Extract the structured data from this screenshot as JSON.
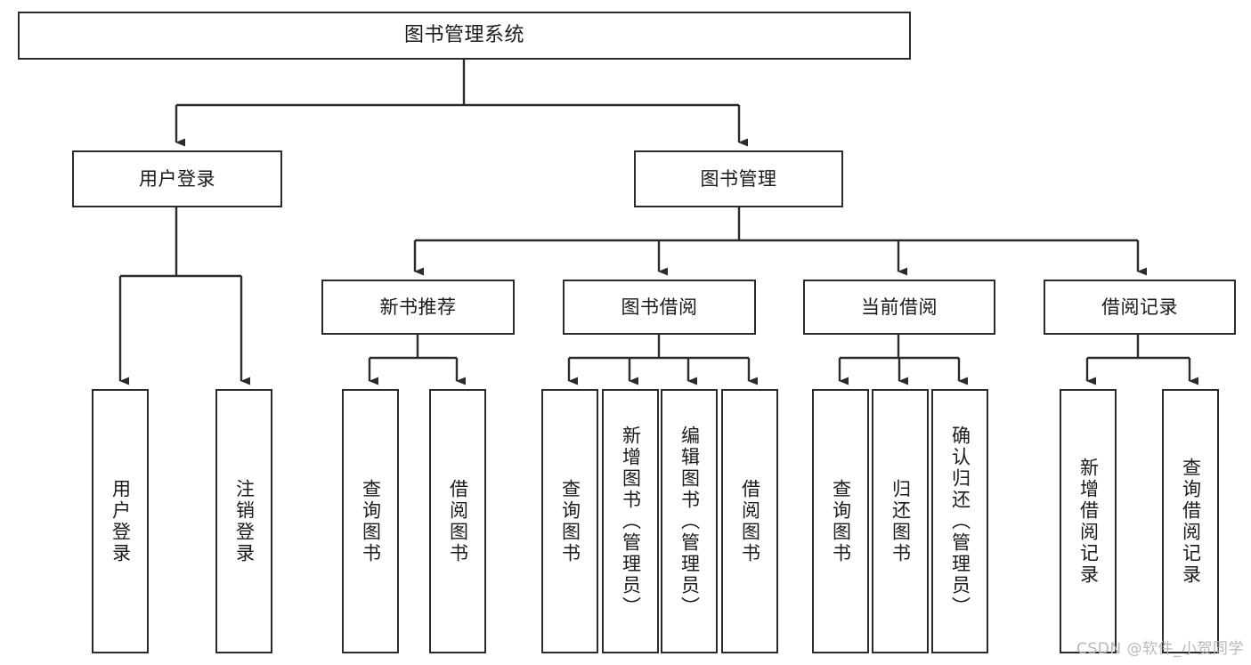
{
  "diagram": {
    "type": "hierarchy-tree",
    "title": "图书管理系统",
    "watermark": "CSDN @软件_小贺同学",
    "colors": {
      "stroke": "#2b2b2b",
      "fill": "#ffffff",
      "text": "#1a1a1a",
      "watermark": "#b9b9b9"
    },
    "levels": {
      "root": {
        "label": "图书管理系统"
      },
      "level2": [
        {
          "label": "用户登录"
        },
        {
          "label": "图书管理"
        }
      ],
      "level3": [
        {
          "label": "新书推荐"
        },
        {
          "label": "图书借阅"
        },
        {
          "label": "当前借阅"
        },
        {
          "label": "借阅记录"
        }
      ],
      "leaves": {
        "user_login": [
          {
            "label": "用户登录"
          },
          {
            "label": "注销登录"
          }
        ],
        "new_book_recommend": [
          {
            "label": "查询图书"
          },
          {
            "label": "借阅图书"
          }
        ],
        "book_borrow": [
          {
            "label": "查询图书"
          },
          {
            "label": "新增图书（管理员）"
          },
          {
            "label": "编辑图书（管理员）"
          },
          {
            "label": "借阅图书"
          }
        ],
        "current_borrow": [
          {
            "label": "查询图书"
          },
          {
            "label": "归还图书"
          },
          {
            "label": "确认归还（管理员）"
          }
        ],
        "borrow_record": [
          {
            "label": "新增借阅记录"
          },
          {
            "label": "查询借阅记录"
          }
        ]
      }
    }
  }
}
